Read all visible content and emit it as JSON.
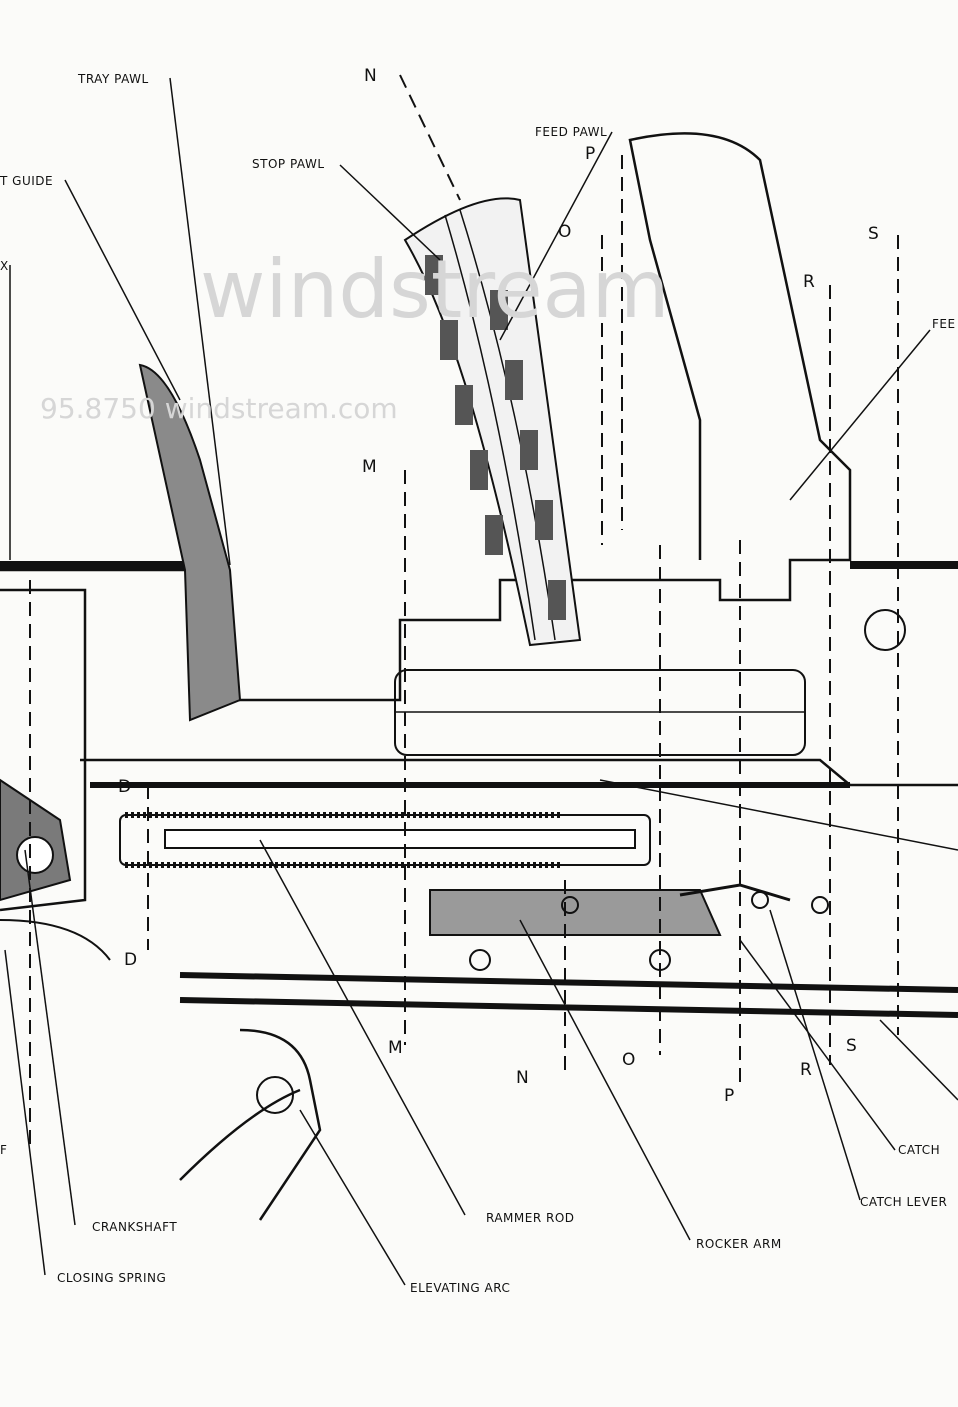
{
  "watermark": {
    "main": "windstream",
    "sub": "95.8750 windstream.com"
  },
  "labels": {
    "tray_pawl": "TRAY PAWL",
    "guide": "T GUIDE",
    "x_partial": "X",
    "stop_pawl": "STOP PAWL",
    "feed_pawl": "FEED PAWL",
    "feed_partial": "FEE",
    "crankshaft": "CRANKSHAFT",
    "closing_spring": "CLOSING SPRING",
    "rammer_rod": "RAMMER ROD",
    "elevating_arc": "ELEVATING ARC",
    "rocker_arm": "ROCKER ARM",
    "catch": "CATCH",
    "catch_lever": "CATCH LEVER",
    "f_partial": "F"
  },
  "sections": {
    "n_top": "N",
    "p_top": "P",
    "o_top": "O",
    "s_top": "S",
    "r_top": "R",
    "m_top": "M",
    "d_top": "D",
    "d_bottom": "D",
    "m_bottom": "M",
    "n_bottom": "N",
    "o_bottom": "O",
    "p_bottom": "P",
    "r_bottom": "R",
    "s_bottom": "S"
  },
  "colors": {
    "ink": "#111111",
    "shade": "#7a7a7a",
    "paper": "#fbfbf9"
  }
}
